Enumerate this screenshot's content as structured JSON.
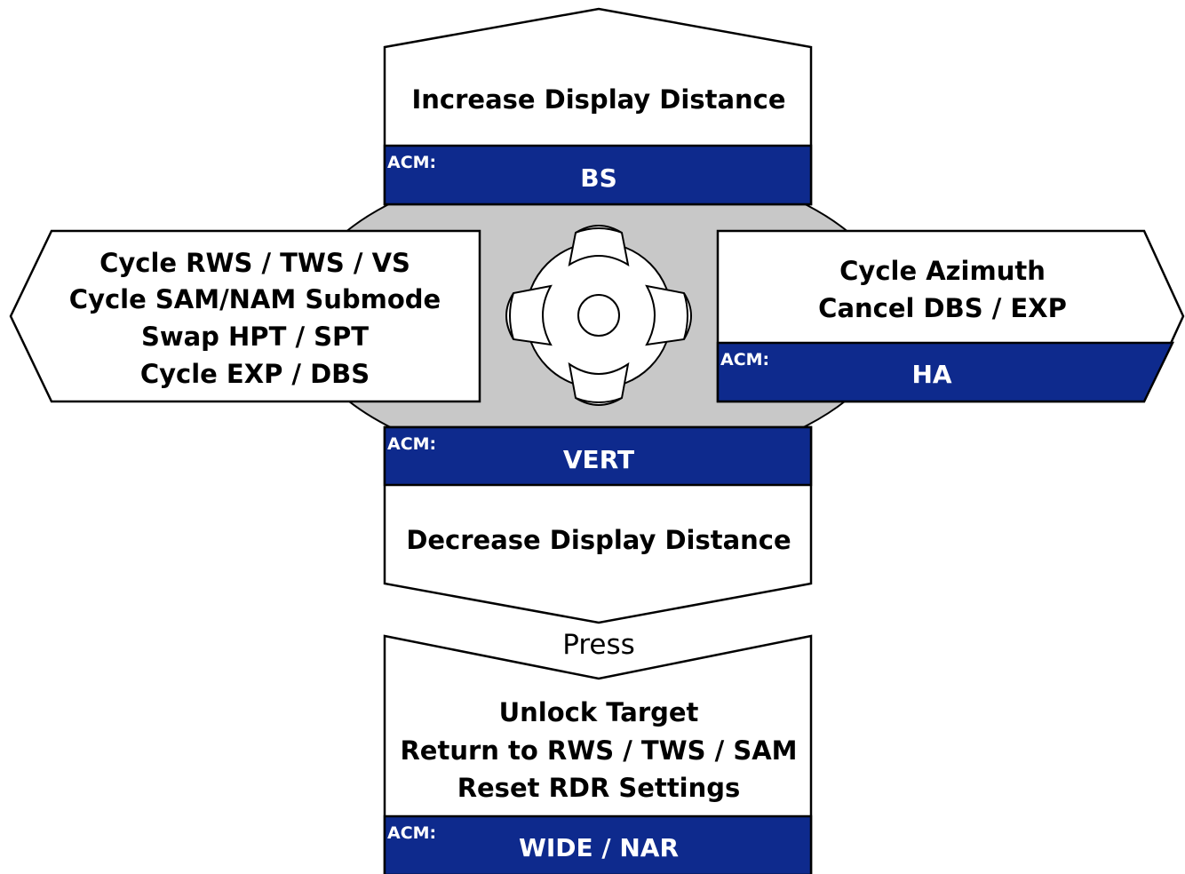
{
  "colors": {
    "band": "#0e2a8d",
    "hub": "#c8c8c8",
    "outline": "#000000",
    "panel": "#ffffff"
  },
  "up": {
    "label": "Increase Display Distance",
    "acm_prefix": "ACM:",
    "acm_value": "BS"
  },
  "left": {
    "lines": [
      "Cycle RWS / TWS / VS",
      "Cycle SAM/NAM Submode",
      "Swap HPT / SPT",
      "Cycle EXP / DBS"
    ]
  },
  "right": {
    "lines": [
      "Cycle Azimuth",
      "Cancel DBS / EXP"
    ],
    "acm_prefix": "ACM:",
    "acm_value": "HA"
  },
  "down": {
    "acm_prefix": "ACM:",
    "acm_value": "VERT",
    "label": "Decrease Display Distance"
  },
  "press": {
    "title": "Press",
    "lines": [
      "Unlock Target",
      "Return to RWS / TWS / SAM",
      "Reset RDR Settings"
    ],
    "acm_prefix": "ACM:",
    "acm_value": "WIDE / NAR"
  },
  "hub_icon": "four-way-hat-switch-icon"
}
